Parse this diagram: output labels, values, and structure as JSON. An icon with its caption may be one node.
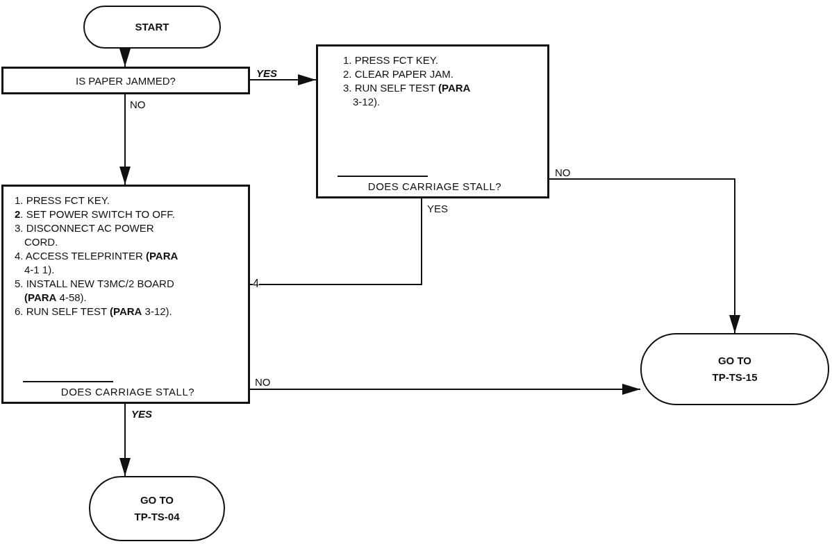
{
  "diagram": {
    "nodes": [
      {
        "text": [
          "START"
        ]
      },
      {
        "text": [
          "IS PAPER JAMMED?"
        ]
      },
      {
        "text": [
          "1. PRESS FCT KEY.",
          "2. CLEAR PAPER JAM.",
          "3. RUN SELF TEST **(PARA** 3-12).",
          "DOES CARRIAGE STALL?"
        ]
      },
      {
        "text": [
          "1. PRESS FCT KEY.",
          "**2**. SET POWER SWITCH TO OFF.",
          "3. DISCONNECT AC POWER CORD.",
          "4. ACCESS TELEPRINTER **(PARA** 4-1 1).",
          "5. INSTALL NEW T3MC/2 BOARD **(PARA** 4-58).",
          "6. RUN SELF TEST **(PARA** 3-12).",
          "DOES CARRIAGE STALL?"
        ]
      },
      {
        "text": [
          "GO TO TP-TS-04"
        ]
      },
      {
        "text": [
          "GO TO TP-TS-15"
        ]
      }
    ],
    "edges": [
      {
        "from": 0,
        "to": 1,
        "arrow": "to"
      },
      {
        "from": 1,
        "to": 2,
        "arrow": "to",
        "label": "YES"
      },
      {
        "from": 1,
        "to": 3,
        "arrow": "to",
        "label": "NO"
      },
      {
        "from": 2,
        "to": 5,
        "arrow": "to",
        "label": "NO"
      },
      {
        "from": 2,
        "to": 3,
        "arrow": "none",
        "label": "YES"
      },
      {
        "from": 3,
        "to": 5,
        "arrow": "to",
        "label": "NO"
      },
      {
        "from": 3,
        "to": 4,
        "arrow": "to",
        "label": "YES"
      }
    ],
    "labels": [
      "4"
    ]
  }
}
